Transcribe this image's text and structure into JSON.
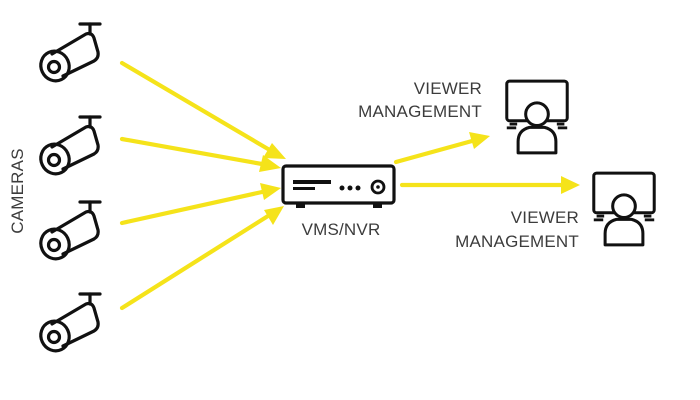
{
  "side_label": "CAMERAS",
  "recorder": {
    "label": "VMS/NVR",
    "icon": "nvr-recorder-icon"
  },
  "cameras": [
    {
      "icon": "security-camera-icon"
    },
    {
      "icon": "security-camera-icon"
    },
    {
      "icon": "security-camera-icon"
    },
    {
      "icon": "security-camera-icon"
    }
  ],
  "viewers": [
    {
      "line1": "VIEWER",
      "line2": "MANAGEMENT",
      "icon": "viewer-workstation-icon"
    },
    {
      "line1": "VIEWER",
      "line2": "MANAGEMENT",
      "icon": "viewer-workstation-icon"
    }
  ],
  "colors": {
    "arrow": "#f5e31a",
    "icon_stroke": "#111111",
    "text": "#3c3c3c"
  }
}
